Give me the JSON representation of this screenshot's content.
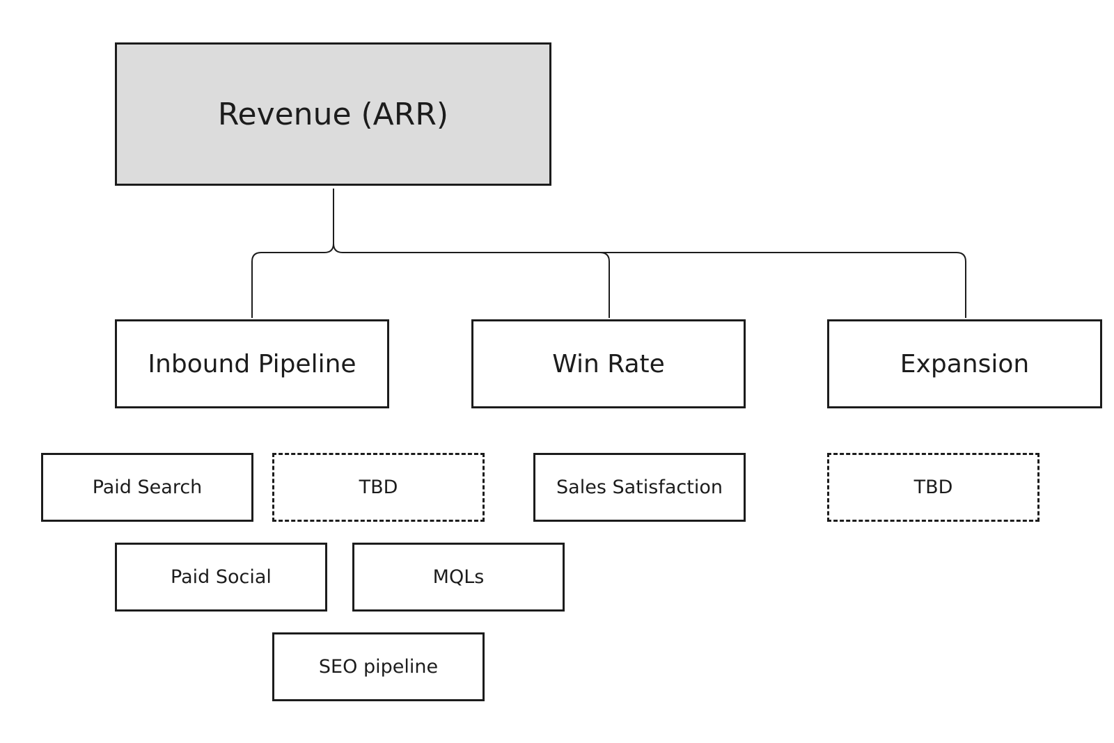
{
  "root": {
    "label": "Revenue (ARR)",
    "fill": "#dcdcdc"
  },
  "drivers": [
    {
      "label": "Inbound Pipeline"
    },
    {
      "label": "Win Rate"
    },
    {
      "label": "Expansion"
    }
  ],
  "sub_drivers": {
    "paid_search": {
      "label": "Paid Search",
      "parent": "Inbound Pipeline",
      "style": "solid"
    },
    "tbd_inbound": {
      "label": "TBD",
      "parent": "Inbound Pipeline",
      "style": "dashed"
    },
    "paid_social": {
      "label": "Paid Social",
      "parent": "Inbound Pipeline",
      "style": "solid"
    },
    "mqls": {
      "label": "MQLs",
      "parent": "Inbound Pipeline",
      "style": "solid"
    },
    "seo_pipeline": {
      "label": "SEO pipeline",
      "parent": "Inbound Pipeline",
      "style": "solid"
    },
    "sales_satisfaction": {
      "label": "Sales Satisfaction",
      "parent": "Win Rate",
      "style": "solid"
    },
    "tbd_expansion": {
      "label": "TBD",
      "parent": "Expansion",
      "style": "dashed"
    }
  },
  "colors": {
    "stroke": "#1c1c1c",
    "root_fill": "#dcdcdc",
    "background": "#ffffff"
  }
}
